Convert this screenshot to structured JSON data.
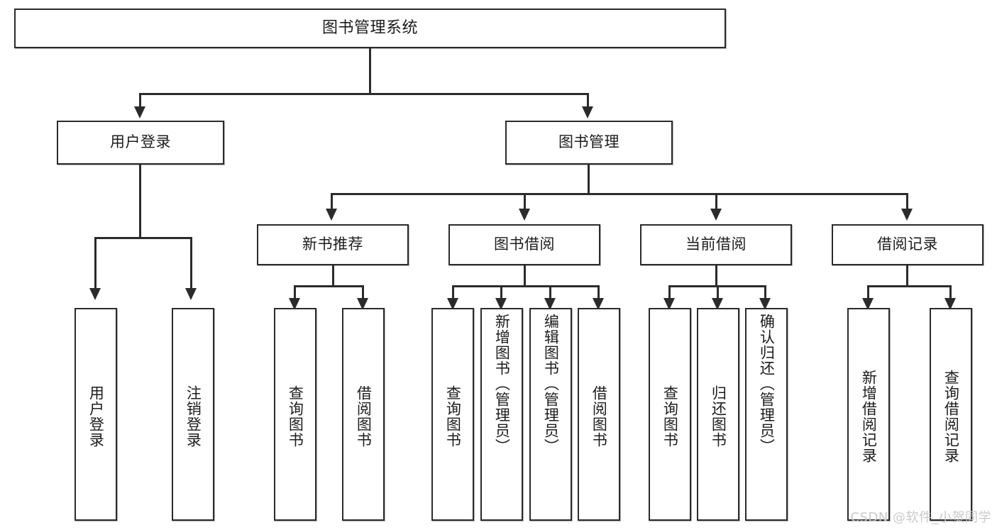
{
  "diagram": {
    "title": "图书管理系统",
    "type": "hierarchy-tree",
    "root": {
      "label": "图书管理系统"
    },
    "level1": [
      {
        "label": "用户登录"
      },
      {
        "label": "图书管理"
      }
    ],
    "level2": [
      {
        "label": "新书推荐"
      },
      {
        "label": "图书借阅"
      },
      {
        "label": "当前借阅"
      },
      {
        "label": "借阅记录"
      }
    ],
    "leaves": {
      "user_login": [
        {
          "label": "用户登录"
        },
        {
          "label": "注销登录"
        }
      ],
      "new_book_recommend": [
        {
          "label": "查询图书"
        },
        {
          "label": "借阅图书"
        }
      ],
      "book_borrow": [
        {
          "label": "查询图书"
        },
        {
          "label": "新增图书（管理员）"
        },
        {
          "label": "编辑图书（管理员）"
        },
        {
          "label": "借阅图书"
        }
      ],
      "current_borrow": [
        {
          "label": "查询图书"
        },
        {
          "label": "归还图书"
        },
        {
          "label": "确认归还（管理员）"
        }
      ],
      "borrow_record": [
        {
          "label": "新增借阅记录"
        },
        {
          "label": "查询借阅记录"
        }
      ]
    }
  },
  "watermark": {
    "text": "CSDN @软件_小贺同学"
  },
  "colors": {
    "stroke": "#2b2b2b",
    "background": "#ffffff",
    "watermark": "#c9c9c9"
  }
}
